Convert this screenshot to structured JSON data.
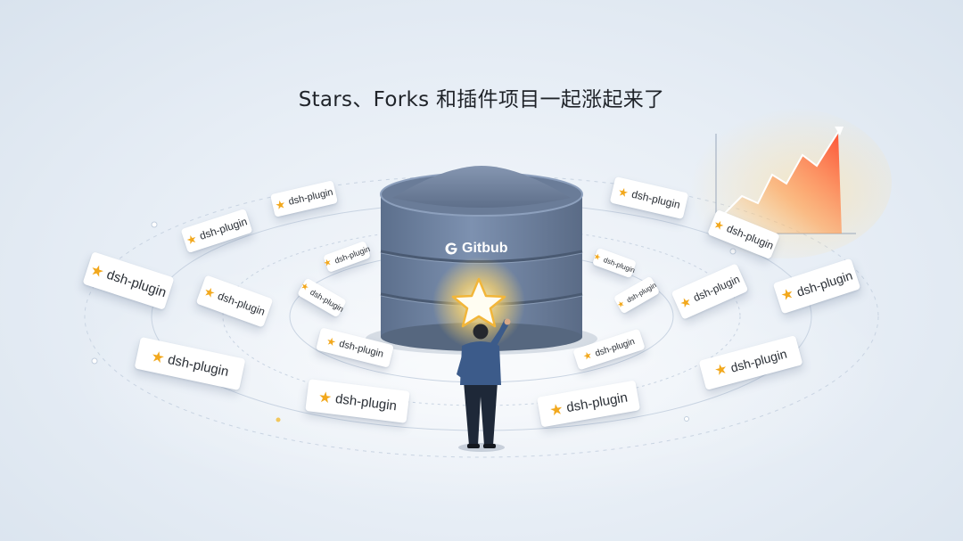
{
  "headline": "Stars、Forks 和插件项目一起涨起来了",
  "database": {
    "label": "Gitbub",
    "icon": "github-logo-icon"
  },
  "card_label": "dsh-plugin",
  "colors": {
    "star": "#f2a81d",
    "db_body": "#6f85a6",
    "chart_glow": "#ff6a3d"
  }
}
